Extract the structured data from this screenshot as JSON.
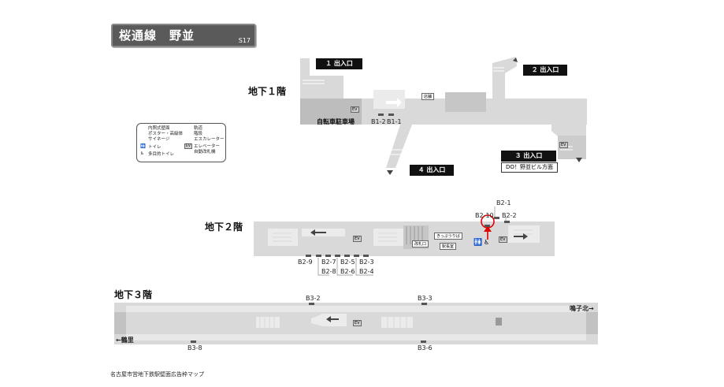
{
  "station": {
    "name": "桜通線　野並",
    "code": "S17"
  },
  "floors": {
    "b1": "地下１階",
    "b2": "地下２階",
    "b3": "地下３階"
  },
  "exits": {
    "exit1": "１ 出入口",
    "exit2": "２ 出入口",
    "exit3": "３ 出入口",
    "exit4": "４ 出入口",
    "exit3_direction": "DO！野並ビル方面"
  },
  "b1_labels": {
    "bicycle": "自転車駐車場",
    "shop": "店舗",
    "ev1": "EV",
    "ev2": "EV"
  },
  "b2_labels": {
    "gate": "改札口",
    "office": "駅長室",
    "lounge": "きっぷうりば",
    "ev1": "EV",
    "ev2": "EV"
  },
  "b3_labels": {
    "ev": "EV",
    "dir_narukokita": "鳴子北→",
    "dir_tsurusato": "←鶴里"
  },
  "ad_spots": {
    "b1_1": "B1-1",
    "b1_2": "B1-2",
    "b2_1": "B2-1",
    "b2_2": "B2-2",
    "b2_3": "B2-3",
    "b2_4": "B2-4",
    "b2_5": "B2-5",
    "b2_6": "B2-6",
    "b2_7": "B2-7",
    "b2_8": "B2-8",
    "b2_9": "B2-9",
    "b2_10": "B2-10",
    "b3_2": "B3-2",
    "b3_3": "B3-3",
    "b3_6": "B3-6",
    "b3_8": "B3-8"
  },
  "legend": {
    "wall_inner": "内照式壁面",
    "poster": "ポスター・高級体",
    "signage": "サイネージ",
    "toilet": "トイレ",
    "multipurpose_toilet": "多目的トイレ",
    "track": "軌道",
    "stairs": "階段",
    "escalator": "エスカレーター",
    "elevator": "エレベーター",
    "auto_gate": "自動改札機",
    "ev_abbr": "EV"
  },
  "footer": "名古屋市営地下鉄駅壁面広告枠マップ",
  "colors": {
    "floor": "#d9d9d9",
    "highlight": "#e00000",
    "ad": "#555555"
  }
}
